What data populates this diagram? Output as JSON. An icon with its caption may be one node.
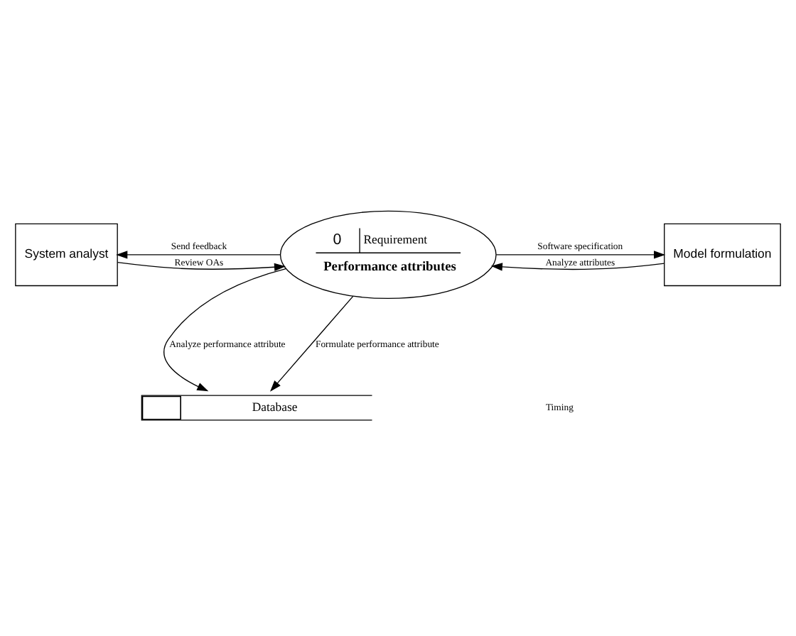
{
  "diagram": {
    "nodes": [
      {
        "text": [
          "System analyst"
        ]
      },
      {
        "text": [
          "0",
          "Requirement",
          "Performance attributes"
        ]
      },
      {
        "text": [
          "Model formulation"
        ]
      },
      {
        "text": [
          "Database"
        ]
      }
    ],
    "edges": [
      {
        "from": 0,
        "to": 1,
        "arrow": "to",
        "label": "Review OAs"
      },
      {
        "from": 1,
        "to": 0,
        "arrow": "to",
        "label": "Send feedback"
      },
      {
        "from": 1,
        "to": 2,
        "arrow": "to",
        "label": "Software specification"
      },
      {
        "from": 2,
        "to": 1,
        "arrow": "to",
        "label": "Analyze attributes"
      },
      {
        "from": 1,
        "to": 3,
        "arrow": "to",
        "label": "Analyze performance attribute"
      },
      {
        "from": 1,
        "to": 3,
        "arrow": "to",
        "label": "Formulate performance attribute"
      }
    ],
    "labels": [
      "Timing"
    ]
  }
}
